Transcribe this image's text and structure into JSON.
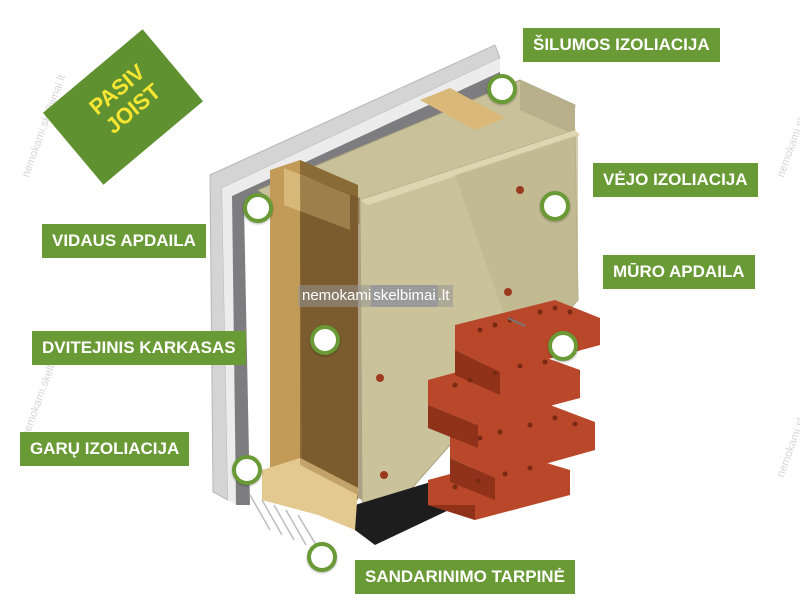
{
  "badge": {
    "line1": "PASIV",
    "line2": "JOIST"
  },
  "labels": {
    "silumos": "ŠILUMOS IZOLIACIJA",
    "vejo": "VĖJO IZOLIACIJA",
    "vidaus": "VIDAUS APDAILA",
    "muro": "MŪRO APDAILA",
    "karkasas": "DVITEJINIS KARKASAS",
    "garu": "GARŲ IZOLIACIJA",
    "sandarinimo": "SANDARINIMO TARPINĖ"
  },
  "watermark": {
    "part1": "nemokami ",
    "part2": "skelbimai",
    "part3": ".lt"
  },
  "colors": {
    "label_bg": "#6a9a36",
    "badge_bg": "#5f9130",
    "badge_text": "#f6e632",
    "brick": "#b9472a",
    "insulation": "#c9c29a",
    "wood": "#8a6a35"
  }
}
